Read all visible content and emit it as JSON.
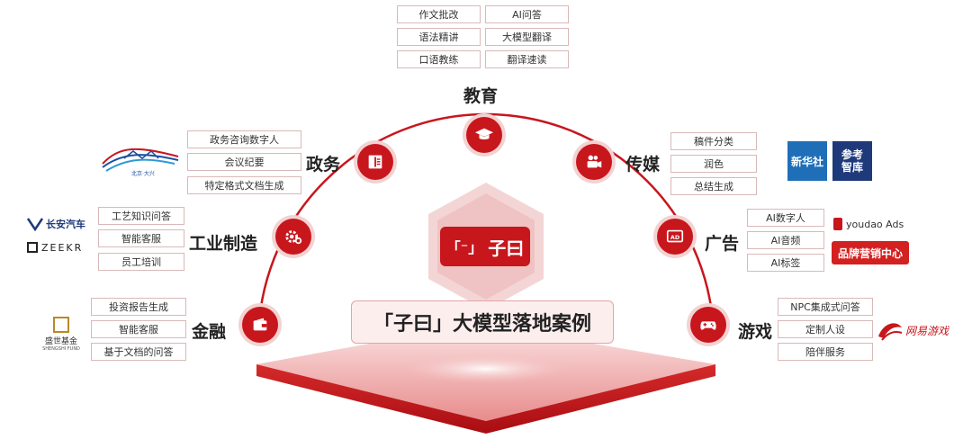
{
  "title": "「子曰」大模型落地案例",
  "badge_text": "子曰",
  "colors": {
    "accent": "#c8161d",
    "accent_light": "#f6d5d5",
    "tag_border": "#d9b9b9"
  },
  "sectors": {
    "education": {
      "label": "教育",
      "icon": "graduation-cap-icon",
      "tags": [
        "作文批改",
        "AI问答",
        "语法精讲",
        "大模型翻译",
        "口语教练",
        "翻译速读"
      ]
    },
    "government": {
      "label": "政务",
      "icon": "book-icon",
      "tags": [
        "政务咨询数字人",
        "会议纪要",
        "特定格式文档生成"
      ],
      "logo_text": "北京·大兴"
    },
    "media": {
      "label": "传媒",
      "icon": "video-camera-icon",
      "tags": [
        "稿件分类",
        "润色",
        "总结生成"
      ],
      "logos": [
        "新华社",
        "参考智库"
      ]
    },
    "industry": {
      "label": "工业制造",
      "icon": "gear-icon",
      "tags": [
        "工艺知识问答",
        "智能客服",
        "员工培训"
      ],
      "logos": [
        "长安汽车",
        "ZEEKR"
      ]
    },
    "advertising": {
      "label": "广告",
      "icon": "ad-icon",
      "icon_text": "AD",
      "tags": [
        "AI数字人",
        "AI音频",
        "AI标签"
      ],
      "logos": [
        "youdao Ads",
        "品牌营销中心"
      ]
    },
    "finance": {
      "label": "金融",
      "icon": "wallet-icon",
      "tags": [
        "投资报告生成",
        "智能客服",
        "基于文档的问答"
      ],
      "logos": [
        "盛世基金",
        "SHENGSHI FUND"
      ]
    },
    "gaming": {
      "label": "游戏",
      "icon": "gamepad-icon",
      "tags": [
        "NPC集成式问答",
        "定制人设",
        "陪伴服务"
      ],
      "logos": [
        "网易游戏"
      ]
    }
  }
}
